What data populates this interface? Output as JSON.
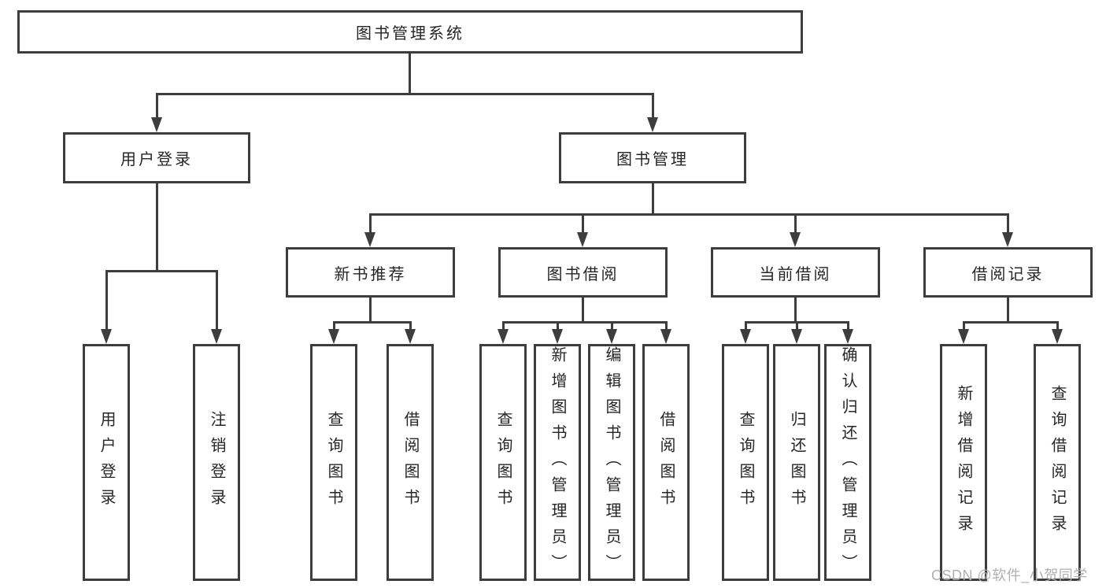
{
  "diagram": {
    "root": {
      "label": "图书管理系统"
    },
    "level2": [
      {
        "label": "用户登录"
      },
      {
        "label": "图书管理"
      }
    ],
    "level3": [
      {
        "label": "新书推荐"
      },
      {
        "label": "图书借阅"
      },
      {
        "label": "当前借阅"
      },
      {
        "label": "借阅记录"
      }
    ],
    "leaves": {
      "user_login": [
        "用户登录",
        "注销登录"
      ],
      "new_book_recommend": [
        "查询图书",
        "借阅图书"
      ],
      "book_borrow": [
        "查询图书",
        "新增图书（管理员）",
        "编辑图书（管理员）",
        "借阅图书"
      ],
      "current_borrow": [
        "查询图书",
        "归还图书",
        "确认归还（管理员）"
      ],
      "borrow_record": [
        "新增借阅记录",
        "查询借阅记录"
      ]
    }
  },
  "watermark": {
    "label": "CSDN @软件_小贺同学"
  },
  "colors": {
    "line": "#3d3d3d",
    "text": "#262626",
    "watermark": "#b0b0b0",
    "background": "#ffffff"
  }
}
